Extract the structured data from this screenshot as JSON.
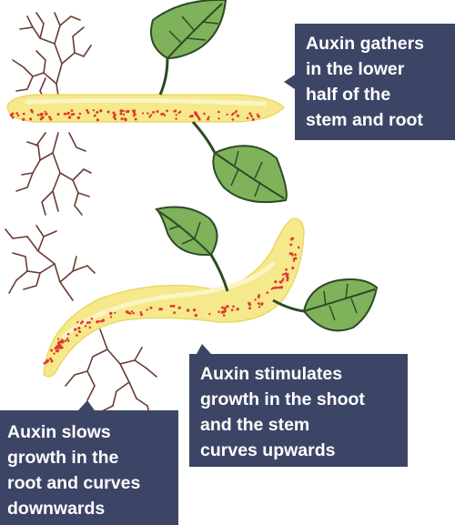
{
  "callouts": {
    "top": {
      "lines": [
        "Auxin gathers",
        "in the lower",
        "half of the",
        "stem and root"
      ]
    },
    "right": {
      "lines": [
        "Auxin stimulates",
        "growth in the shoot",
        "and the stem",
        "curves upwards"
      ]
    },
    "left": {
      "lines": [
        "Auxin slows",
        "growth in the",
        "root and curves",
        "downwards"
      ]
    }
  },
  "colors": {
    "callout_bg": "#3d4566",
    "callout_text": "#ffffff",
    "stem_fill": "#f5e98b",
    "stem_highlight": "#fbf4c4",
    "auxin_dots": "#e03a2e",
    "leaf": "#7fb25a",
    "leaf_outline": "#2d4a26",
    "root": "#6b3b33"
  },
  "icons": [
    "leaf-icon",
    "root-icon",
    "auxin-dot-icon"
  ]
}
